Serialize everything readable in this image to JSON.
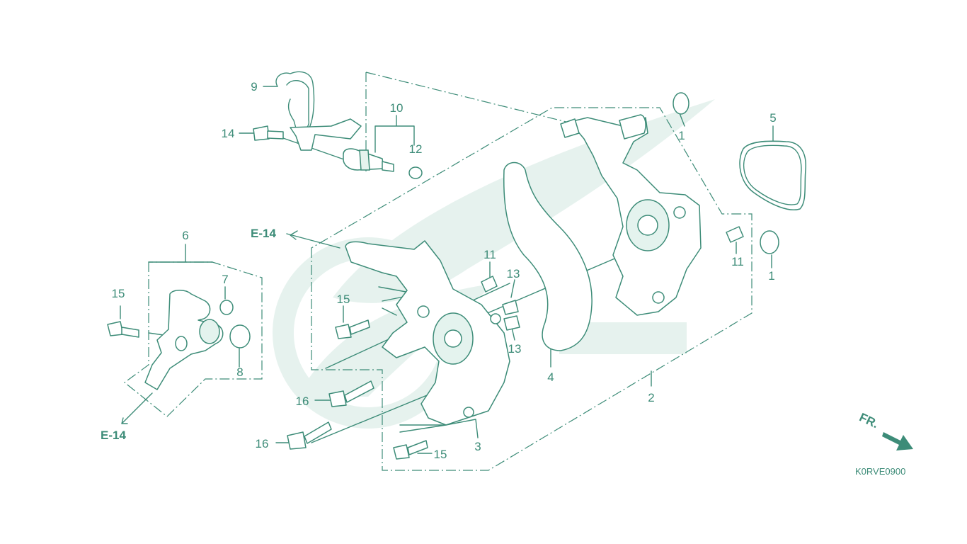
{
  "diagram": {
    "callouts": {
      "c1a": "1",
      "c1b": "1",
      "c2": "2",
      "c3": "3",
      "c4": "4",
      "c5": "5",
      "c6": "6",
      "c7": "7",
      "c8": "8",
      "c9": "9",
      "c10": "10",
      "c11a": "11",
      "c11b": "11",
      "c12": "12",
      "c13a": "13",
      "c13b": "13",
      "c14": "14",
      "c15a": "15",
      "c15b": "15",
      "c15c": "15",
      "c16a": "16",
      "c16b": "16"
    },
    "refs": {
      "upper": "E-14",
      "lower": "E-14"
    },
    "front_marker": "FR.",
    "diagram_code": "K0RVE0900"
  },
  "colors": {
    "line": "#3d8c78",
    "watermark": "#e6f2ee",
    "background": "#ffffff"
  }
}
